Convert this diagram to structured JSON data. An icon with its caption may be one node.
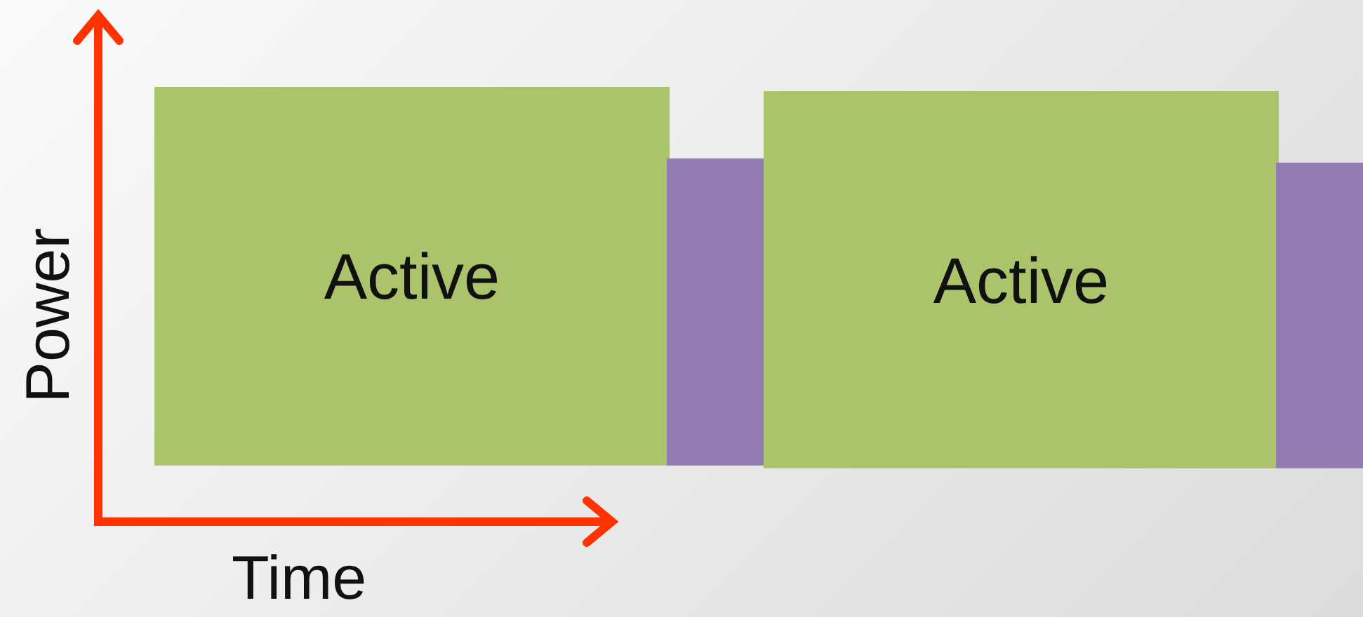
{
  "diagram": {
    "nodes": [
      {
        "text": [
          "Active"
        ]
      },
      {
        "text": [],
        "shape": "box"
      },
      {
        "text": [
          "Active"
        ]
      },
      {
        "text": [],
        "shape": "box"
      }
    ],
    "labels": [
      "Power",
      "Time"
    ]
  }
}
